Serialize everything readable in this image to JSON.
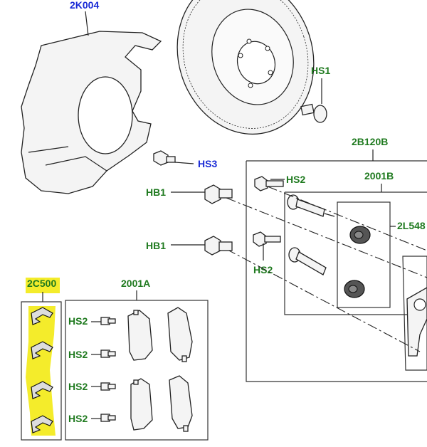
{
  "colors": {
    "label_green": "#1f7a1f",
    "label_blue": "#1a2bd6",
    "highlight_yellow": "#f4ec2b",
    "line": "#222222"
  },
  "labels": {
    "shield": "2K004",
    "disc_screw": "HS1",
    "shield_bolt": "HS3",
    "kit": "2B120B",
    "guide_kit": "2001B",
    "caliper_bolt_upper": "HS2",
    "caliper_bolt_lower": "HS2",
    "bolt_upper": "HB1",
    "bolt_lower": "HB1",
    "bushing": "2L548",
    "clips": "2C500",
    "pads_kit": "2001A",
    "pad_screw_1": "HS2",
    "pad_screw_2": "HS2",
    "pad_screw_3": "HS2",
    "pad_screw_4": "HS2"
  }
}
